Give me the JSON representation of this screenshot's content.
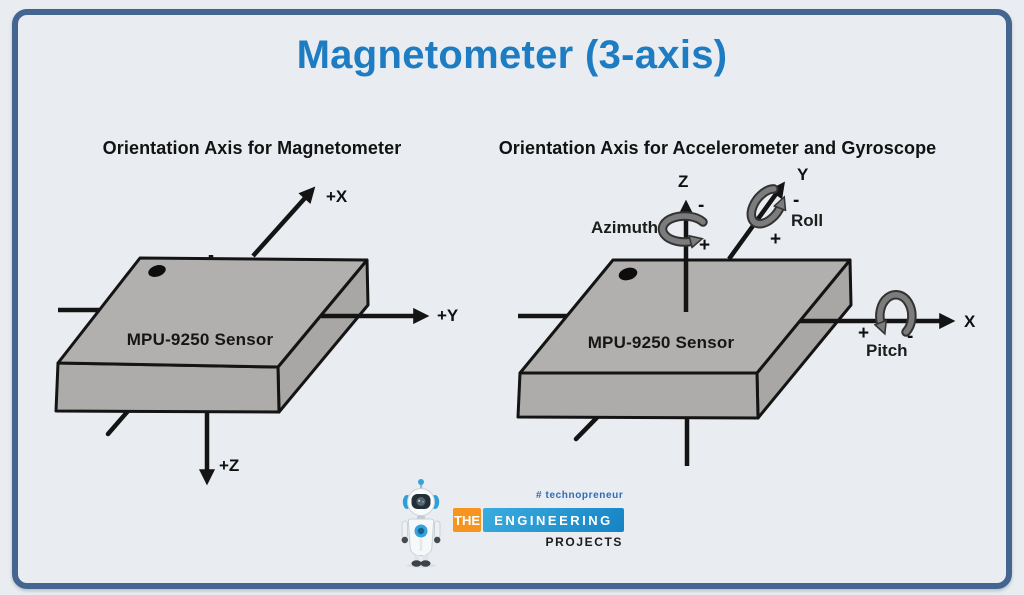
{
  "title": {
    "text": "Magnetometer (3-axis)",
    "color": "#1e7cc2"
  },
  "frame": {
    "border_color": "#44658f",
    "background": "#e9edf1"
  },
  "left_diagram": {
    "heading": "Orientation Axis for Magnetometer",
    "sensor_label": "MPU-9250 Sensor",
    "axis_labels": {
      "x": "+X",
      "y": "+Y",
      "z": "+Z"
    }
  },
  "right_diagram": {
    "heading": "Orientation Axis for Accelerometer and Gyroscope",
    "sensor_label": "MPU-9250 Sensor",
    "axis_labels": {
      "x": "X",
      "y": "Y",
      "z": "Z"
    },
    "rotation_labels": {
      "azimuth": "Azimuth",
      "roll": "Roll",
      "pitch": "Pitch"
    },
    "signs": {
      "plus": "+",
      "minus": "-"
    }
  },
  "colors": {
    "chip_top": "#b2b0ae",
    "chip_side": "#a9a7a5",
    "axis_line": "#141414",
    "rotation_arrow_fill": "#7c7c7c",
    "rotation_arrow_outline": "#333333"
  },
  "logo": {
    "tagline": "# technopreneur",
    "word_the": "THE",
    "word_engineering": "ENGINEERING",
    "word_projects": "PROJECTS",
    "orange": "#f7941e",
    "blue": "#2ba0dd",
    "tagline_color": "#2f6cb3"
  }
}
